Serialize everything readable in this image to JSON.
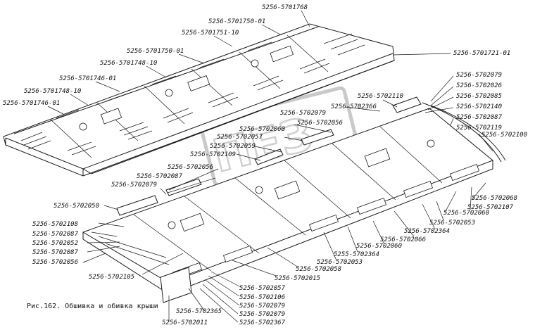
{
  "caption": "Рис.162. Обшивка и обивка крыши",
  "watermark": "ПЕЗ",
  "labels": [
    "5256-5701768",
    "5256-5701750-01",
    "5256-5701751-10",
    "5256-5701750-01",
    "5256-5701748-10",
    "5256-5701746-01",
    "5256-5701748-10",
    "5256-5701746-01",
    "5256-5701721-01",
    "5256-5702079",
    "5256-5702026",
    "5256-5702085",
    "5256-5702140",
    "5256-5702087",
    "5256-5702119",
    "5256-5702100",
    "5256-5702110",
    "5256-5702366",
    "5256-5702079",
    "5256-5702056",
    "5256-5702060",
    "5256-5702057",
    "5256-5702059",
    "5256-5702109",
    "5256-5702056",
    "5256-5702087",
    "5256-5702079",
    "5256-5702050",
    "5256-5702108",
    "5256-5702087",
    "5256-5702052",
    "5256-5702087",
    "5256-5702056",
    "5256-5702105",
    "5256-5702068",
    "5256-5702107",
    "5256-5702060",
    "5256-5702053",
    "5256-5702364",
    "5256-5702066",
    "5256-5702060",
    "5255-5702364",
    "5256-5702053",
    "5256-5702058",
    "5256-5702015",
    "5256-5702057",
    "5256-5702106",
    "5256-5702079",
    "5256-5702365",
    "5256-5702079",
    "5256-5702011",
    "5256-5702367"
  ]
}
